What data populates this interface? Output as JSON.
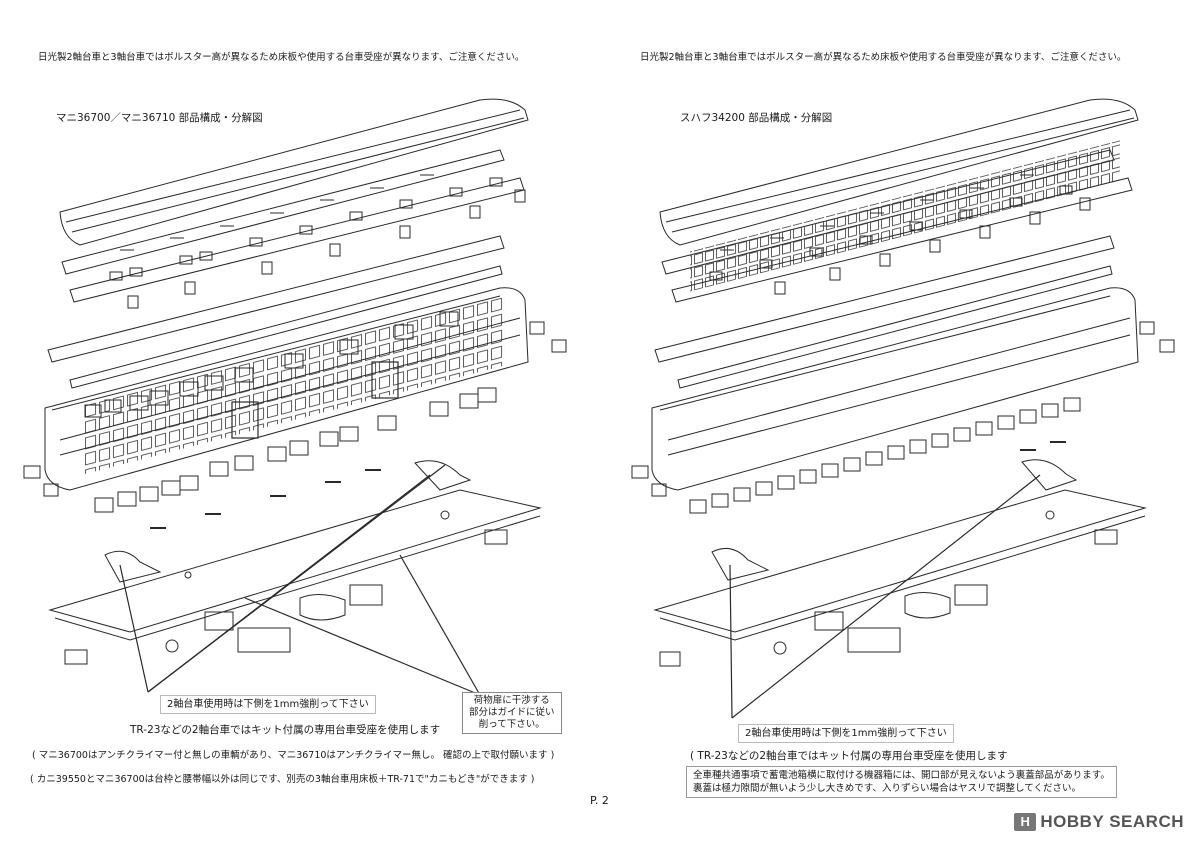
{
  "left": {
    "notice": "日光製2軸台車と3軸台車ではボルスター高が異なるため床板や使用する台車受座が異なります、ご注意ください。",
    "title": "マニ36700／マニ36710  部品構成・分解図",
    "callout_a": "2軸台車使用時は下側を1mm強削って下さい",
    "callout_b": [
      "荷物扉に干渉する",
      "部分はガイドに従い",
      "削って下さい。"
    ],
    "note1": "TR-23などの2軸台車ではキット付属の専用台車受座を使用します",
    "note2": "( マニ36700はアンチクライマー付と無しの車輌があり、マニ36710はアンチクライマー無し。 確認の上で取付願います )",
    "note3": "( カニ39550とマニ36700は台枠と腰帯幅以外は同じです、別売の3軸台車用床板＋TR-71で\"カニもどき\"ができます )"
  },
  "right": {
    "notice": "日光製2軸台車と3軸台車ではボルスター高が異なるため床板や使用する台車受座が異なります、ご注意ください。",
    "title": "スハフ34200  部品構成・分解図",
    "callout_a": "2軸台車使用時は下側を1mm強削って下さい",
    "note1": "( TR-23などの2軸台車ではキット付属の専用台車受座を使用します",
    "note2": [
      "全車種共通事項で蓄電池箱横に取付ける機器箱には、開口部が見えないよう裏蓋部品があります。",
      "裏蓋は極力隙間が無いよう少し大きめです、入りずらい場合はヤスリで調整してください。"
    ]
  },
  "page_number": "P. 2",
  "watermark": {
    "logo": "H",
    "text": "HOBBY SEARCH"
  },
  "colors": {
    "line": "#2a2a2a",
    "paper": "#ffffff",
    "watermark": "#555555"
  }
}
